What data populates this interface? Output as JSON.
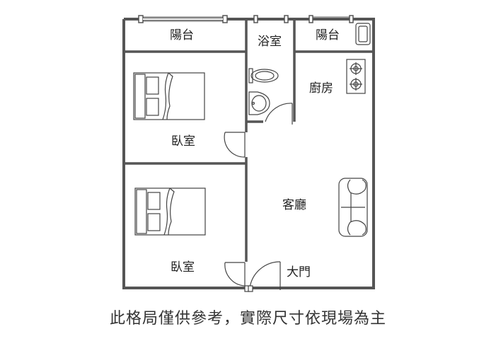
{
  "colors": {
    "wall": "#555555",
    "line": "#444444",
    "text": "#222222",
    "background": "#ffffff"
  },
  "rooms": {
    "balcony_left": "陽台",
    "bathroom": "浴室",
    "balcony_right": "陽台",
    "kitchen": "廚房",
    "bedroom_top": "臥室",
    "living_room": "客廳",
    "bedroom_bottom": "臥室",
    "main_door": "大門"
  },
  "fixtures": [
    "bed-icon",
    "bed-icon",
    "toilet-icon",
    "sink-icon",
    "stove-icon",
    "sofa-icon",
    "washer-icon",
    "door-swing-icon"
  ],
  "caption": "此格局僅供參考，實際尺寸依現場為主"
}
